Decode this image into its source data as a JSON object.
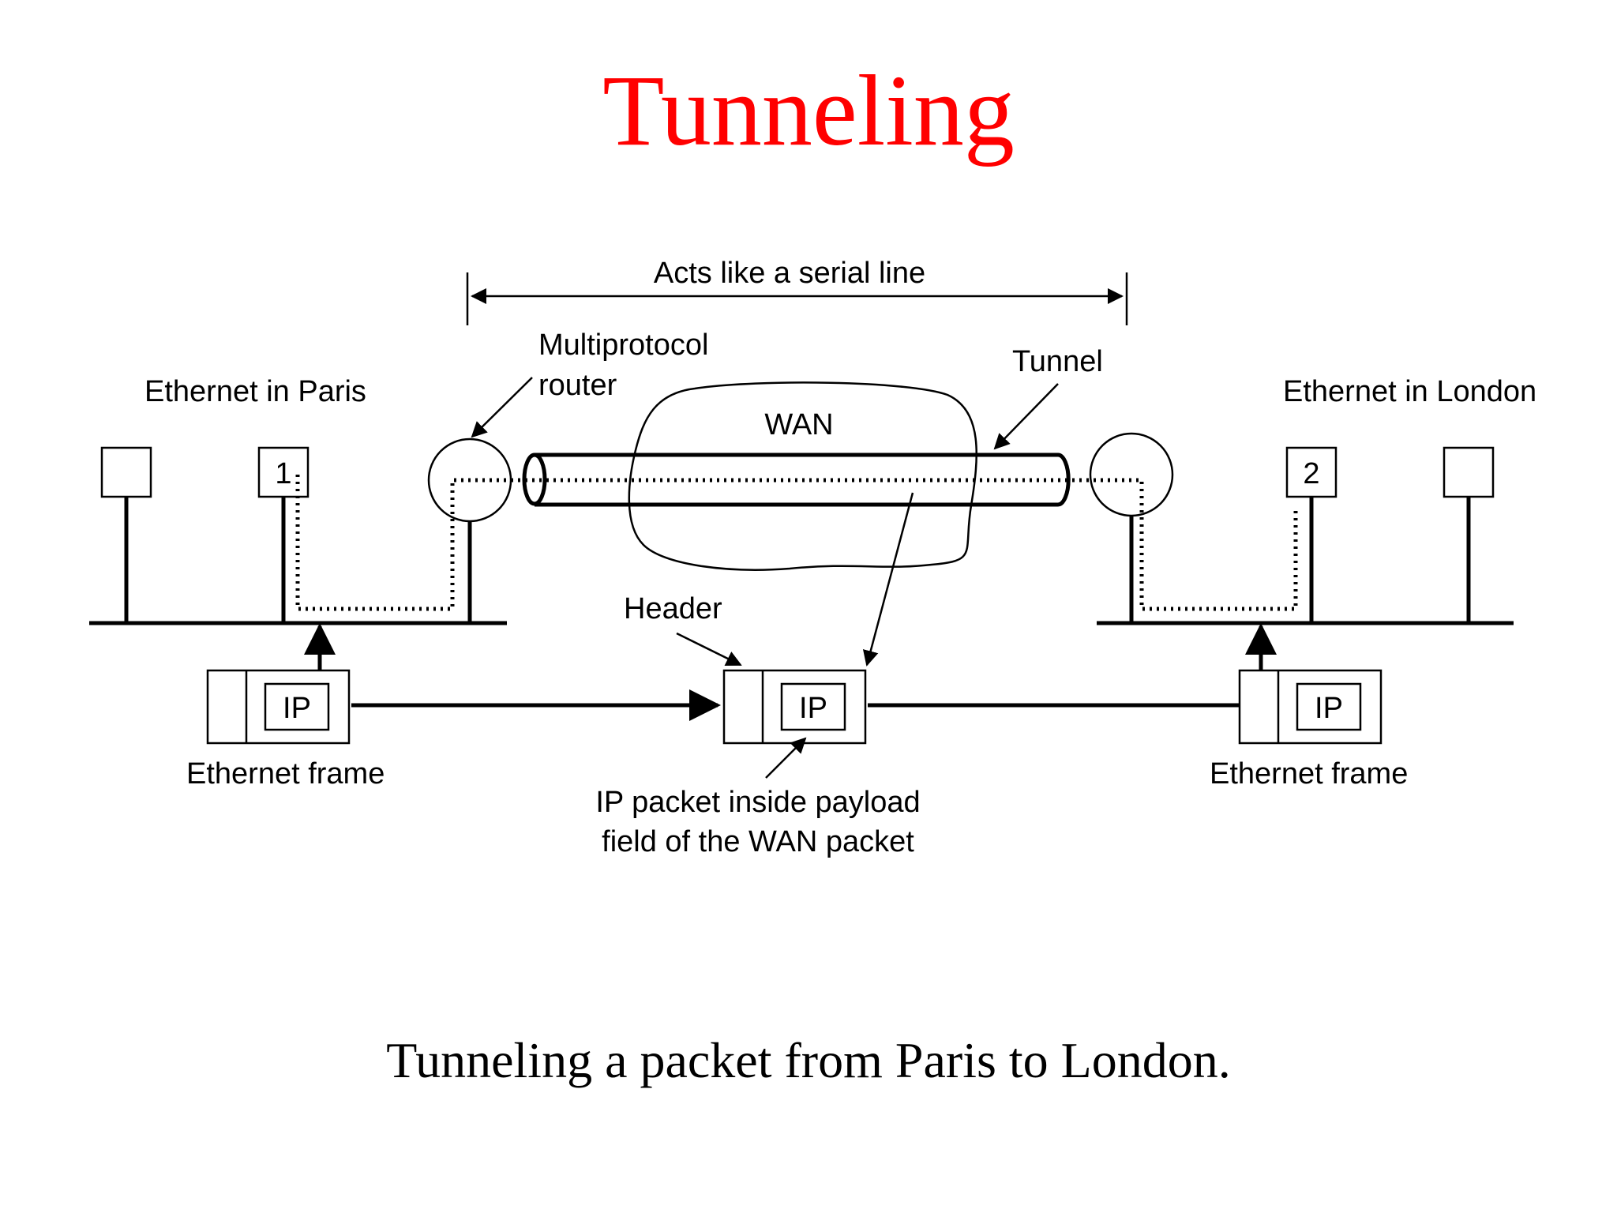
{
  "title": "Tunneling",
  "caption": "Tunneling a packet from Paris to London.",
  "labels": {
    "serial_line": "Acts like a serial line",
    "multiprotocol_router_line1": "Multiprotocol",
    "multiprotocol_router_line2": "router",
    "tunnel": "Tunnel",
    "ethernet_paris": "Ethernet in Paris",
    "ethernet_london": "Ethernet in London",
    "wan": "WAN",
    "header": "Header",
    "ethernet_frame_left": "Ethernet frame",
    "ethernet_frame_right": "Ethernet frame",
    "ip_inside_line1": "IP packet inside payload",
    "ip_inside_line2": "field of the WAN packet"
  },
  "hosts": {
    "paris_host": "1",
    "london_host": "2"
  },
  "packets": {
    "left_ip": "IP",
    "middle_ip": "IP",
    "right_ip": "IP"
  },
  "colors": {
    "title": "#ff0000",
    "text": "#000000",
    "background": "#ffffff"
  }
}
